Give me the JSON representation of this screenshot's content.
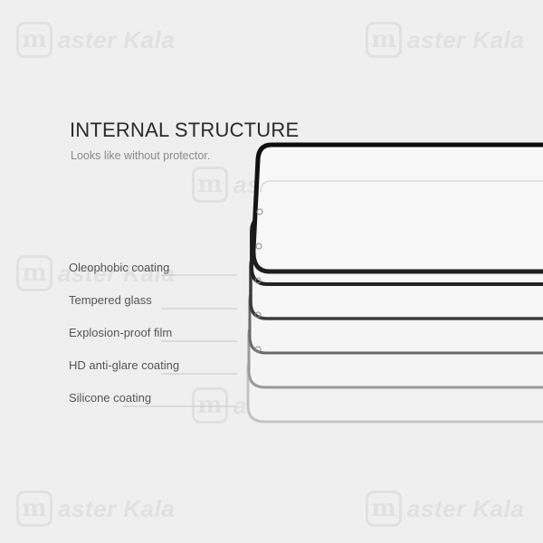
{
  "heading": {
    "title": "INTERNAL STRUCTURE",
    "subtitle": "Looks like without protector."
  },
  "layers": [
    {
      "label": "Oleophobic coating"
    },
    {
      "label": "Tempered glass"
    },
    {
      "label": "Explosion-proof film"
    },
    {
      "label": "HD anti-glare coating"
    },
    {
      "label": "Silicone coating"
    }
  ],
  "watermark": {
    "logo_letter": "m",
    "text": "aster Kala"
  },
  "colors": {
    "background": "#efefef",
    "title": "#2a2a2a",
    "subtitle": "#8a8a8a",
    "label": "#555555",
    "layer_edge_dark": "#141414",
    "layer_edge_light": "#bdbdbd",
    "watermark": "#a8a8a8"
  }
}
